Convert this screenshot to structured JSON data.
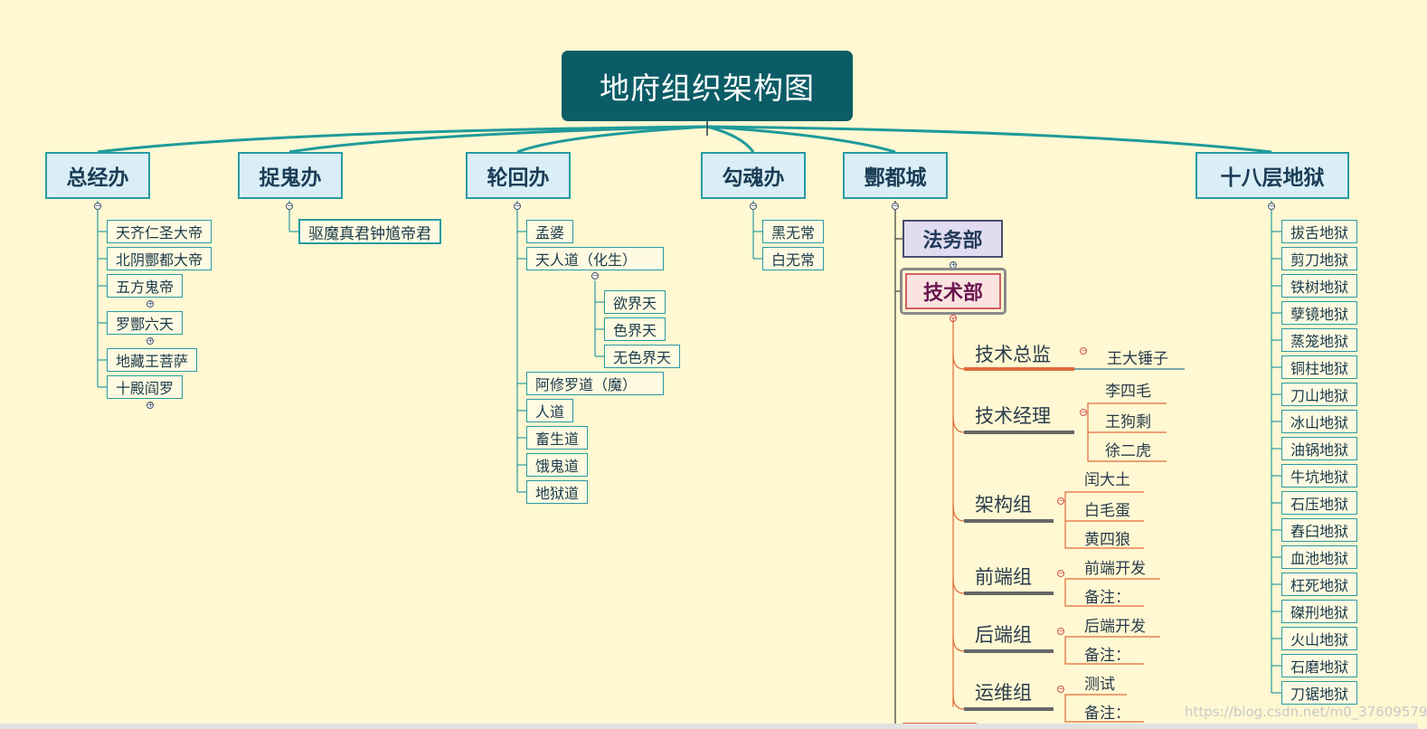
{
  "root": {
    "label": "地府组织架构图"
  },
  "branches": {
    "zongjing": {
      "label": "总经办",
      "children": [
        "天齐仁圣大帝",
        "北阴酆都大帝",
        "五方鬼帝",
        "罗酆六天",
        "地藏王菩萨",
        "十殿阎罗"
      ]
    },
    "zhuogui": {
      "label": "捉鬼办",
      "children": [
        "驱魔真君钟馗帝君"
      ]
    },
    "lunhui": {
      "label": "轮回办",
      "children": [
        "孟婆",
        "天人道（化生）",
        "阿修罗道（魔）",
        "人道",
        "畜生道",
        "饿鬼道",
        "地狱道"
      ],
      "tianren_children": [
        "欲界天",
        "色界天",
        "无色界天"
      ]
    },
    "gouhun": {
      "label": "勾魂办",
      "children": [
        "黑无常",
        "白无常"
      ]
    },
    "fengdu": {
      "label": "酆都城",
      "fawu": "法务部",
      "jishu": "技术部",
      "groups": [
        {
          "name": "技术总监",
          "members": [
            "王大锤子"
          ]
        },
        {
          "name": "技术经理",
          "members": [
            "李四毛",
            "王狗剩",
            "徐二虎"
          ]
        },
        {
          "name": "架构组",
          "members": [
            "闰大土",
            "白毛蛋",
            "黄四狼"
          ]
        },
        {
          "name": "前端组",
          "members": [
            "前端开发",
            "备注："
          ]
        },
        {
          "name": "后端组",
          "members": [
            "后端开发",
            "备注："
          ]
        },
        {
          "name": "运维组",
          "members": [
            "测试",
            "备注："
          ]
        }
      ]
    },
    "diyu": {
      "label": "十八层地狱",
      "children": [
        "拔舌地狱",
        "剪刀地狱",
        "铁树地狱",
        "孽镜地狱",
        "蒸笼地狱",
        "铜柱地狱",
        "刀山地狱",
        "冰山地狱",
        "油锅地狱",
        "牛坑地狱",
        "石压地狱",
        "舂臼地狱",
        "血池地狱",
        "枉死地狱",
        "磔刑地狱",
        "火山地狱",
        "石磨地狱",
        "刀锯地狱"
      ]
    }
  },
  "toggle": {
    "collapse": "−",
    "expand": "+"
  },
  "watermark": "https://blog.csdn.net/m0_37609579",
  "colors": {
    "root_bg": "#0b5c66",
    "branch_bg": "#d9eef6",
    "branch_border": "#2a9aa4",
    "background": "#fff8d2",
    "accent_red": "#e06a3a",
    "dept_pink": "#fbe3e0"
  }
}
